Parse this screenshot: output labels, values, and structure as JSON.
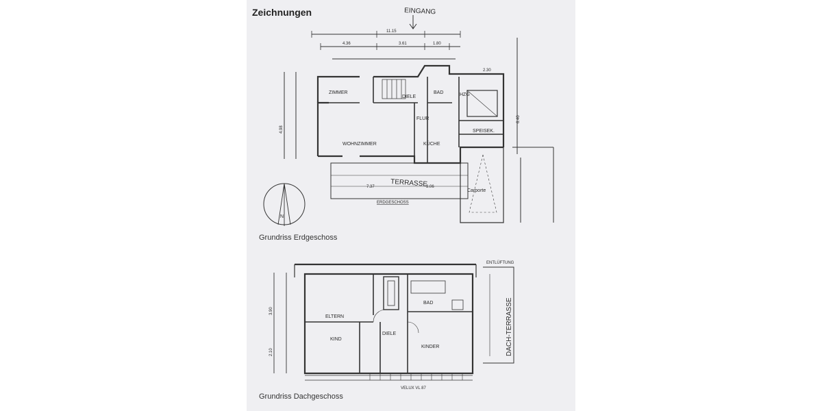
{
  "document": {
    "section_title": "Zeichnungen",
    "entrance_note": "EINGANG",
    "ground_floor": {
      "caption": "Grundriss Erdgeschoss",
      "label": "ERDGESCHOSS",
      "rooms": {
        "zimmer": "ZIMMER",
        "diele": "DIELE",
        "bad": "BAD",
        "hzg": "HZG",
        "flur": "FLUR",
        "wohnzimmer": "WOHNZIMMER",
        "kueche": "KÜCHE",
        "speisek": "SPEISEK.",
        "terrasse": "TERRASSE",
        "carport": "Carporte"
      },
      "dimensions": {
        "total": "11.15",
        "d1": "4.36",
        "d2": "3.61",
        "d3": "1.80",
        "d4": "7.37",
        "d5": "3.06",
        "d6": "4.98",
        "d7": "2.30",
        "d8": "6.40"
      }
    },
    "north_label": "N",
    "upper_floor": {
      "caption": "Grundriss Dachgeschoss",
      "rooms": {
        "eltern": "ELTERN",
        "kind": "KIND",
        "diele": "DIELE",
        "bad": "BAD",
        "kinder": "KINDER",
        "dachterrasse": "DACH-TERRASSE"
      },
      "notes": {
        "ventilation": "ENTLÜFTUNG",
        "velux": "VELUX VL 87"
      },
      "dimensions": {
        "d1": "3.90",
        "d2": "2.10"
      }
    }
  }
}
